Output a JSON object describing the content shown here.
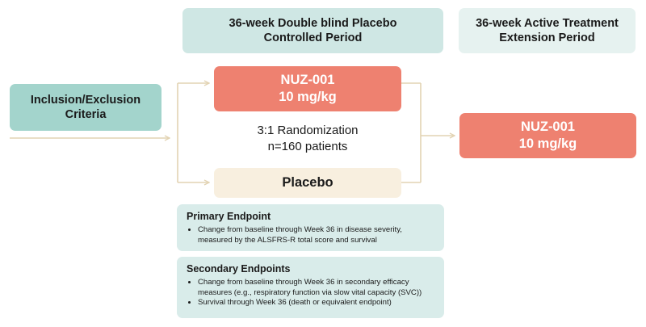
{
  "header": {
    "double_blind_line1": "36-week Double blind Placebo",
    "double_blind_line2": "Controlled Period",
    "extension_line1": "36-week Active Treatment",
    "extension_line2": "Extension Period"
  },
  "inclusion": {
    "line1": "Inclusion/Exclusion",
    "line2": "Criteria"
  },
  "treatment_arm": {
    "name": "NUZ-001",
    "dose": "10 mg/kg"
  },
  "placebo_arm": {
    "name": "Placebo"
  },
  "randomization": {
    "ratio": "3:1 Randomization",
    "sample": "n=160 patients"
  },
  "extension_arm": {
    "name": "NUZ-001",
    "dose": "10 mg/kg"
  },
  "primary_endpoint": {
    "title": "Primary Endpoint",
    "items": [
      "Change from baseline through Week 36 in disease severity, measured by the ALSFRS-R total score and survival"
    ]
  },
  "secondary_endpoints": {
    "title": "Secondary Endpoints",
    "items": [
      "Change from baseline through Week 36 in secondary efficacy measures (e.g., respiratory function via slow vital capacity (SVC))",
      "Survival through Week 36 (death or equivalent endpoint)"
    ]
  },
  "colors": {
    "header_teal": "#cfe7e4",
    "extension_header": "#e6f2f0",
    "inclusion_teal": "#a3d4cc",
    "drug_salmon": "#ee8170",
    "placebo_cream": "#f8efdf",
    "endpoint_bg": "#d9ecea",
    "connector": "#e2d3b3"
  }
}
